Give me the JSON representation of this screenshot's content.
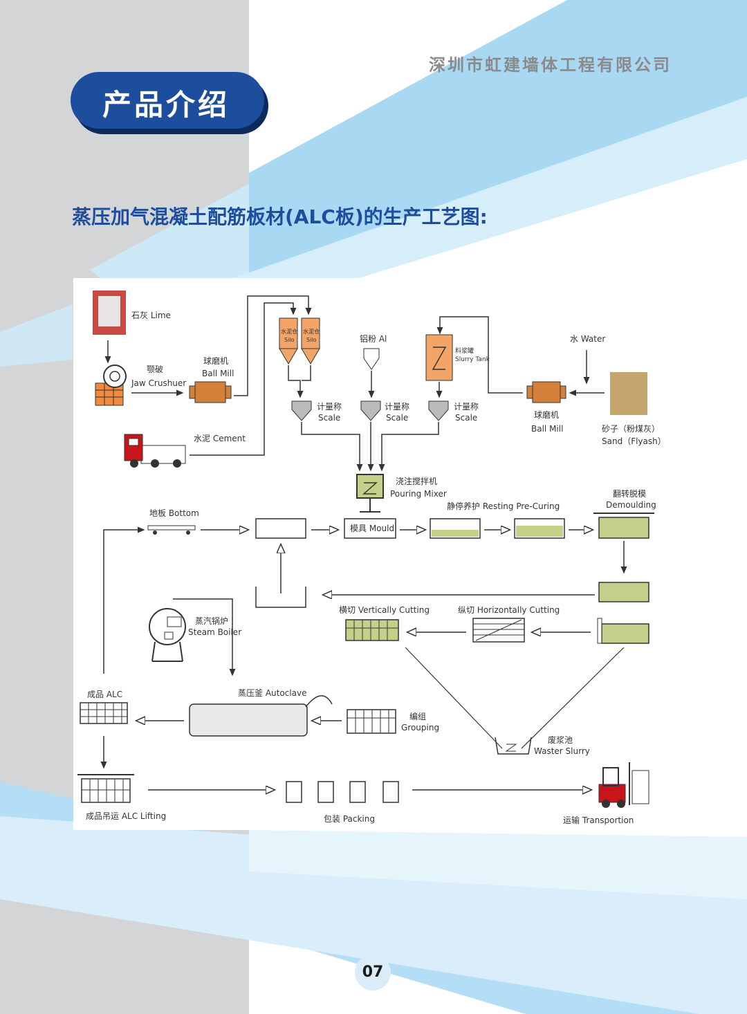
{
  "header": {
    "company": "深圳市虹建墙体工程有限公司",
    "section_title": "产品介绍",
    "diagram_heading": "蒸压加气混凝土配筋板材(ALC板)的生产工艺图:"
  },
  "diagram": {
    "labels": {
      "lime": "石灰 Lime",
      "crusher_cn": "颚破",
      "crusher_en": "Jaw Crushuer",
      "ballmill1_cn": "球磨机",
      "ballmill1_en": "Ball Mill",
      "cement": "水泥 Cement",
      "silo1_cn": "水泥仓",
      "silo1_en": "Silo",
      "silo2_cn": "水泥仓",
      "silo2_en": "Silo",
      "aluminum": "铝粉 Al",
      "slurry_tank_cn": "料浆罐",
      "slurry_tank_en": "Slurry Tank",
      "water": "水 Water",
      "scale1_cn": "计量称",
      "scale1_en": "Scale",
      "scale2_cn": "计量称",
      "scale2_en": "Scale",
      "scale3_cn": "计量称",
      "scale3_en": "Scale",
      "ballmill2_cn": "球磨机",
      "ballmill2_en": "Ball Mill",
      "sand_cn": "砂子（粉煤灰）",
      "sand_en": "Sand（Flyash）",
      "mixer_cn": "浇注搅拌机",
      "mixer_en": "Pouring Mixer",
      "bottom": "地板 Bottom",
      "mould": "模具 Mould",
      "precuring": "静停养护 Resting Pre-Curing",
      "demoulding_cn": "翻转脱模",
      "demoulding_en": "Demoulding",
      "vcut": "横切 Vertically Cutting",
      "hcut": "纵切 Horizontally Cutting",
      "boiler_cn": "蒸汽锅炉",
      "boiler_en": "Steam Boiler",
      "alc": "成品 ALC",
      "autoclave": "蒸压釜 Autoclave",
      "grouping_cn": "编组",
      "grouping_en": "Grouping",
      "waste_cn": "废浆池",
      "waste_en": "Waster Slurry",
      "lifting": "成品吊运 ALC Lifting",
      "packing": "包装 Packing",
      "transport": "运输 Transportion"
    }
  },
  "footer": {
    "page_number": "07"
  },
  "colors": {
    "brand_blue": "#1d4e9e",
    "sky_blue": "#a9d8f2",
    "grey_band": "#d3d5d7",
    "silo_orange": "#f3a467",
    "mix_green": "#c2d08a",
    "truck_red": "#c8141b"
  }
}
